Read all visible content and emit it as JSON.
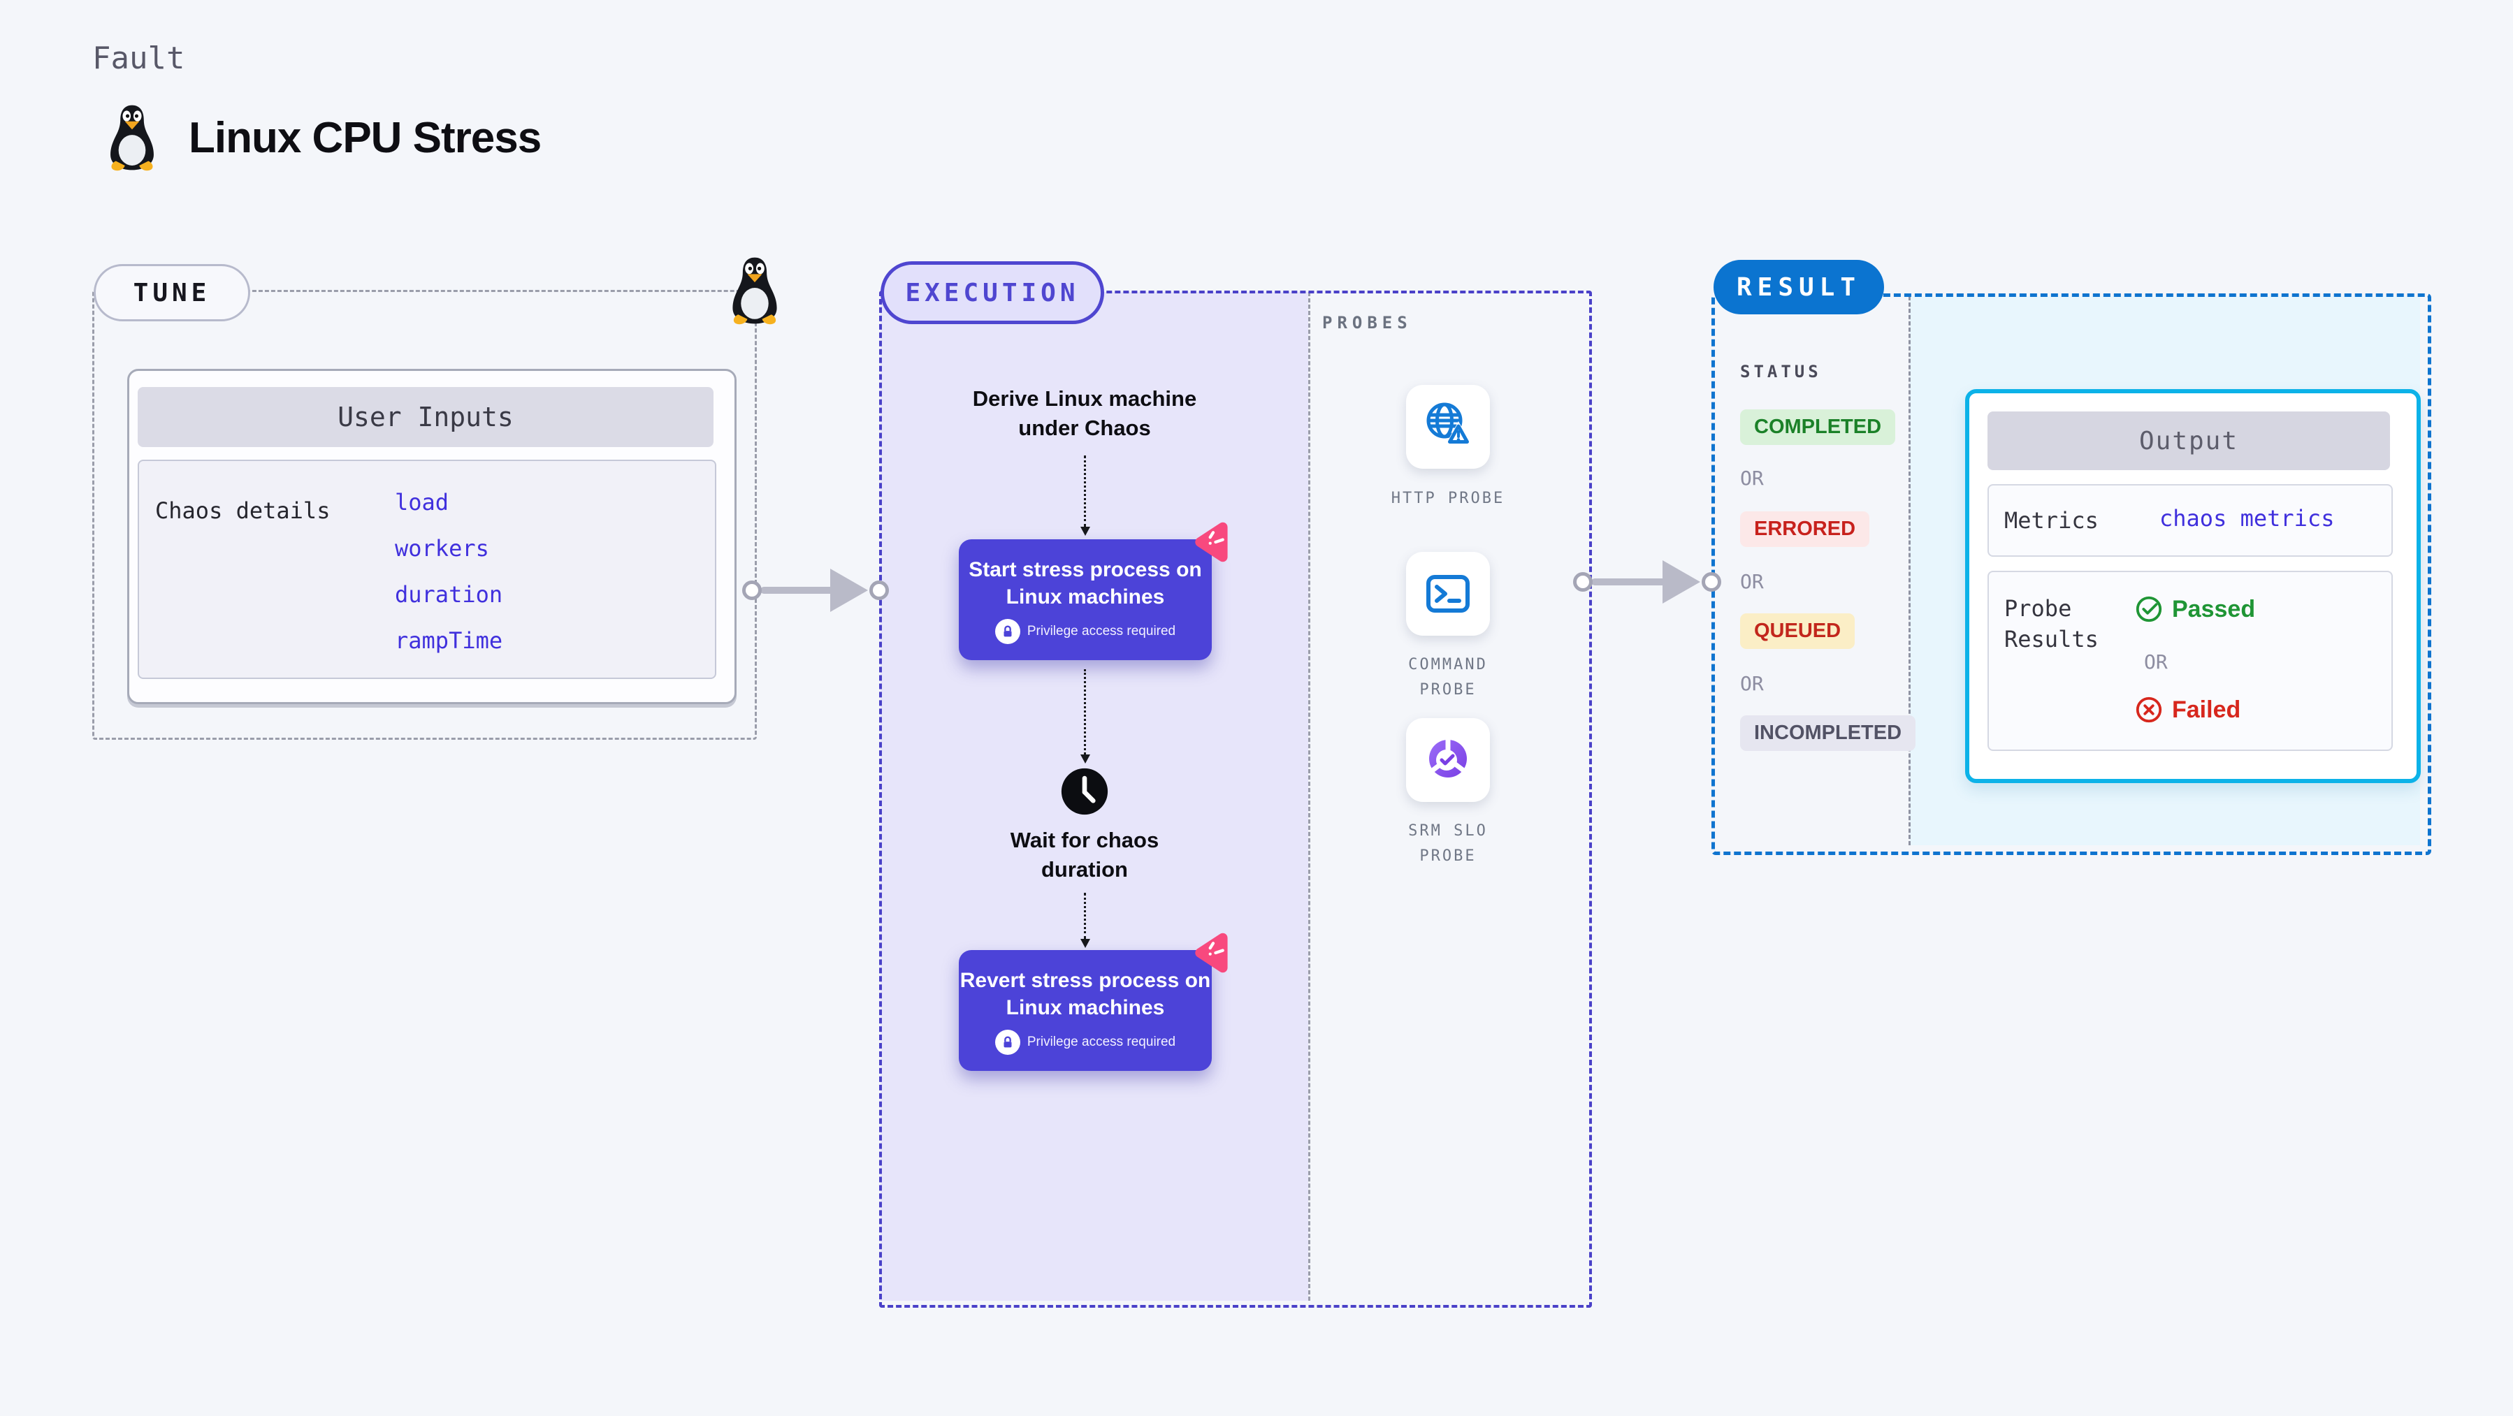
{
  "colors": {
    "background": "#f4f6fa",
    "indigo_accent": "#4f46d0",
    "execution_fill": "#e7e5fa",
    "result_blue": "#0b74d0",
    "result_fill": "#e8f6fd",
    "output_border_cyan": "#0cb2e8",
    "link_blue": "#4030dd",
    "chaos_pink": "#f8497e",
    "probe_icon_blue": "#147ad6",
    "srm_purple": "#7a3fe4",
    "passed_green": "#1f9535",
    "failed_red": "#d7271d",
    "arrow_gray": "#b9bac8"
  },
  "header": {
    "kicker": "Fault",
    "title": "Linux CPU Stress"
  },
  "tune": {
    "badge": "TUNE",
    "card_title": "User Inputs",
    "row_label": "Chaos details",
    "links": [
      "load",
      "workers",
      "duration",
      "rampTime"
    ]
  },
  "execution": {
    "badge": "EXECUTION",
    "derive_label": "Derive Linux machine under Chaos",
    "start_button": {
      "label": "Start stress process on Linux machines",
      "note": "Privilege access required"
    },
    "wait_label": "Wait for chaos duration",
    "revert_button": {
      "label": "Revert stress process on Linux machines",
      "note": "Privilege access required"
    }
  },
  "probes": {
    "title": "PROBES",
    "items": [
      {
        "label": "HTTP PROBE",
        "icon": "globe-alert-icon"
      },
      {
        "label": "COMMAND PROBE",
        "icon": "terminal-icon"
      },
      {
        "label": "SRM SLO PROBE",
        "icon": "slo-donut-check-icon"
      }
    ]
  },
  "result": {
    "badge": "RESULT",
    "status_title": "STATUS",
    "or_label": "OR",
    "statuses": [
      {
        "label": "COMPLETED",
        "kind": "success"
      },
      {
        "label": "ERRORED",
        "kind": "error"
      },
      {
        "label": "QUEUED",
        "kind": "warning"
      },
      {
        "label": "INCOMPLETED",
        "kind": "neutral"
      }
    ],
    "output": {
      "title": "Output",
      "metrics_label": "Metrics",
      "metrics_value": "chaos metrics",
      "probe_results_label": "Probe Results",
      "passed_label": "Passed",
      "or_label": "OR",
      "failed_label": "Failed"
    }
  }
}
